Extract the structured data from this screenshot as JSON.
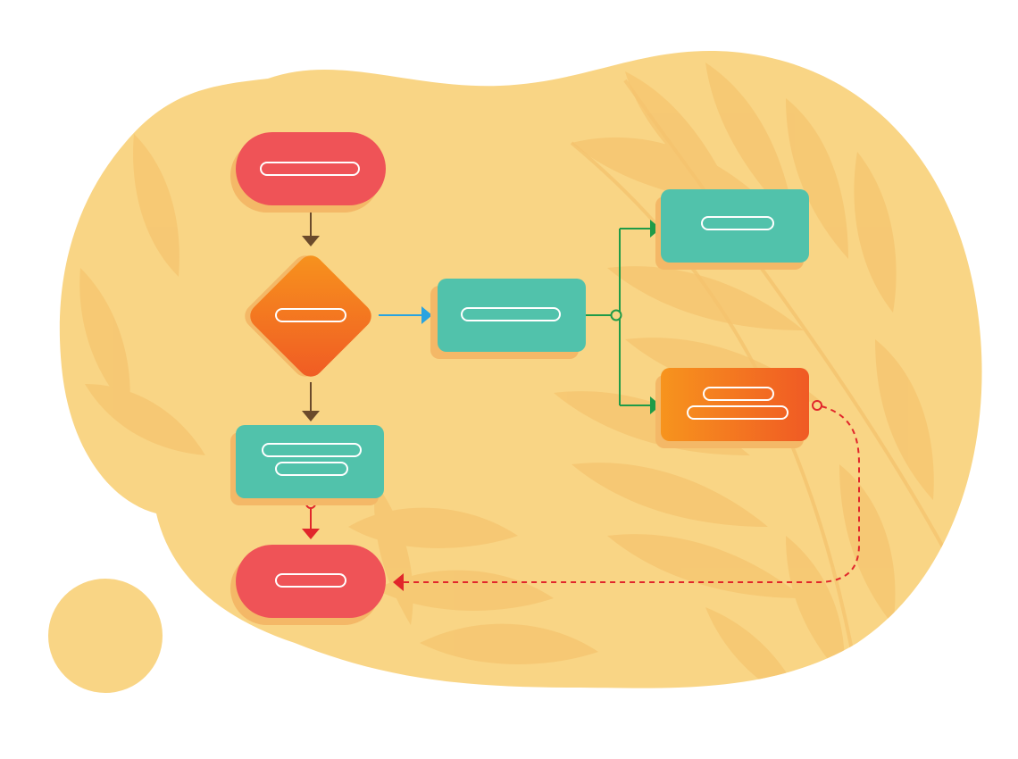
{
  "colors": {
    "background": "#ffffff",
    "blob": "#f9d585",
    "leaf": "#f5c46f",
    "shadow": "#f4b867",
    "terminal_red": "#ef5357",
    "process_teal": "#51c2ab",
    "orange_start": "#f7941d",
    "orange_end": "#f05a24",
    "arrow_brown": "#6b4a2b",
    "arrow_blue": "#29a3e0",
    "arrow_green": "#1f9b48",
    "arrow_red": "#e1262b",
    "text_placeholder_stroke": "#ffffff"
  },
  "diagram": {
    "nodes": [
      {
        "id": "start",
        "kind": "terminal",
        "color": "red",
        "text_lines": 1
      },
      {
        "id": "decision",
        "kind": "decision",
        "color": "orange",
        "text_lines": 1
      },
      {
        "id": "process-main",
        "kind": "process",
        "color": "teal",
        "text_lines": 1
      },
      {
        "id": "process-left",
        "kind": "process",
        "color": "teal",
        "text_lines": 2
      },
      {
        "id": "process-top-right",
        "kind": "process",
        "color": "teal",
        "text_lines": 1
      },
      {
        "id": "process-bottom-right",
        "kind": "process",
        "color": "orange",
        "text_lines": 2
      },
      {
        "id": "end",
        "kind": "terminal",
        "color": "red",
        "text_lines": 1
      }
    ],
    "edges": [
      {
        "from": "start",
        "to": "decision",
        "style": "solid",
        "color": "brown"
      },
      {
        "from": "decision",
        "to": "process-left",
        "style": "solid",
        "color": "brown"
      },
      {
        "from": "decision",
        "to": "process-main",
        "style": "solid",
        "color": "blue"
      },
      {
        "from": "process-main",
        "to": "process-top-right",
        "style": "solid",
        "color": "green",
        "junction": true
      },
      {
        "from": "process-main",
        "to": "process-bottom-right",
        "style": "solid",
        "color": "green",
        "junction": true
      },
      {
        "from": "process-left",
        "to": "end",
        "style": "solid",
        "color": "red",
        "origin_marker": "circle"
      },
      {
        "from": "process-bottom-right",
        "to": "end",
        "style": "dashed",
        "color": "red",
        "origin_marker": "circle"
      }
    ]
  }
}
